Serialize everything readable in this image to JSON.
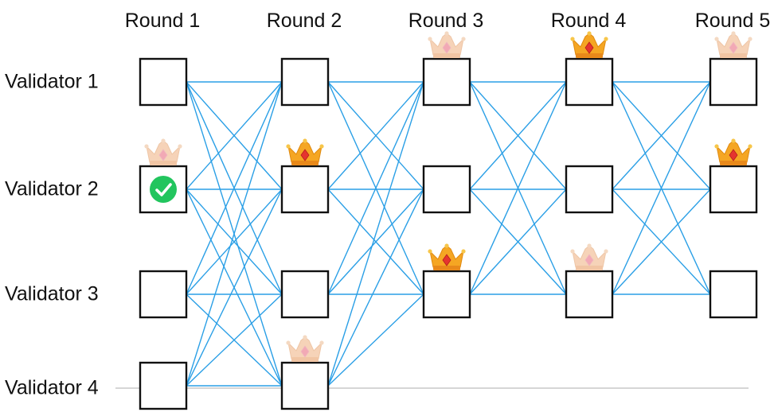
{
  "rounds": [
    {
      "label": "Round 1"
    },
    {
      "label": "Round 2"
    },
    {
      "label": "Round 3"
    },
    {
      "label": "Round 4"
    },
    {
      "label": "Round 5"
    }
  ],
  "validators": [
    {
      "label": "Validator 1"
    },
    {
      "label": "Validator 2"
    },
    {
      "label": "Validator 3"
    },
    {
      "label": "Validator 4"
    }
  ],
  "blocks": [
    {
      "round": 1,
      "validator": 1,
      "crown": "none",
      "check": false
    },
    {
      "round": 1,
      "validator": 2,
      "crown": "faded",
      "check": true
    },
    {
      "round": 1,
      "validator": 3,
      "crown": "none",
      "check": false
    },
    {
      "round": 1,
      "validator": 4,
      "crown": "none",
      "check": false
    },
    {
      "round": 2,
      "validator": 1,
      "crown": "none",
      "check": false
    },
    {
      "round": 2,
      "validator": 2,
      "crown": "gold",
      "check": false
    },
    {
      "round": 2,
      "validator": 3,
      "crown": "none",
      "check": false
    },
    {
      "round": 2,
      "validator": 4,
      "crown": "faded",
      "check": false
    },
    {
      "round": 3,
      "validator": 1,
      "crown": "faded",
      "check": false
    },
    {
      "round": 3,
      "validator": 2,
      "crown": "none",
      "check": false
    },
    {
      "round": 3,
      "validator": 3,
      "crown": "gold",
      "check": false
    },
    {
      "round": 4,
      "validator": 1,
      "crown": "gold",
      "check": false
    },
    {
      "round": 4,
      "validator": 2,
      "crown": "none",
      "check": false
    },
    {
      "round": 4,
      "validator": 3,
      "crown": "faded",
      "check": false
    },
    {
      "round": 5,
      "validator": 1,
      "crown": "faded",
      "check": false
    },
    {
      "round": 5,
      "validator": 2,
      "crown": "gold",
      "check": false
    },
    {
      "round": 5,
      "validator": 3,
      "crown": "none",
      "check": false
    }
  ],
  "edges_rule": "each block in a round links to every block of the previous round",
  "colors": {
    "edge": "#2a9fe6",
    "box_border": "#111111",
    "baseline": "#c8c8c8",
    "check_bg": "#22c55e",
    "crown_gold": "#f5a623",
    "crown_faded": "#f6d3b8"
  },
  "icons": {
    "check": "check-circle-icon",
    "crown": "crown-icon"
  }
}
